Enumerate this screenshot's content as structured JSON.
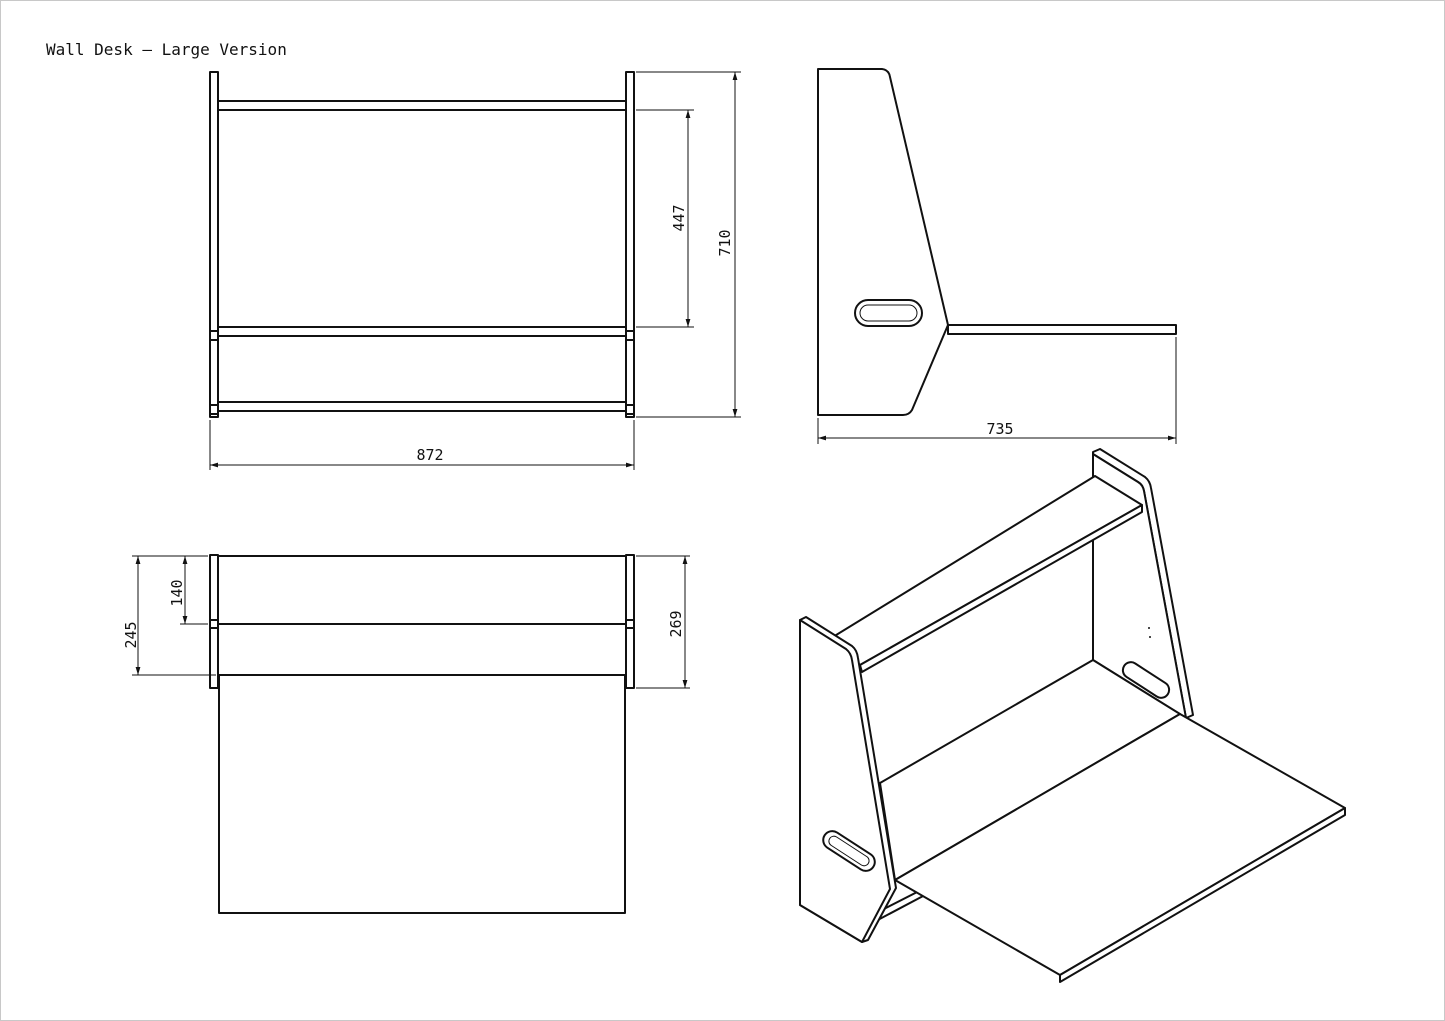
{
  "title": "Wall Desk – Large Version",
  "dimensions": {
    "front_width": "872",
    "front_height": "710",
    "shelf_gap": "447",
    "side_depth": "735",
    "top_total": "245",
    "top_shelf": "140",
    "top_panel": "269"
  }
}
